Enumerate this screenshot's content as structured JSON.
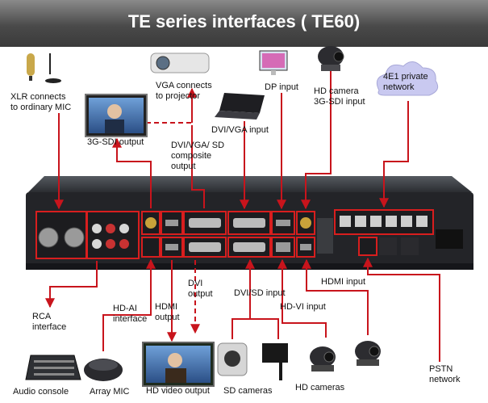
{
  "title": "TE series interfaces ( TE60)",
  "labels": {
    "xlr": [
      "XLR connects",
      "to ordinary MIC"
    ],
    "vga": [
      "VGA connects",
      "to projector"
    ],
    "dp": "DP input",
    "hd_camera_sdi": [
      "HD camera",
      "3G-SDI input"
    ],
    "e1": [
      "4E1 private",
      "network"
    ],
    "dvi_vga_input": "DVI/VGA input",
    "sdi_output": "3G-SDI output",
    "dvi_vga_sd": [
      "DVI/VGA/ SD",
      "composite",
      "output"
    ],
    "dvi_output": [
      "DVI",
      "output"
    ],
    "dvi_sd_input": "DVI/SD input",
    "hdmi_input": "HDMI input",
    "hd_vi_input": "HD-VI input",
    "rca": [
      "RCA",
      "interface"
    ],
    "hd_ai": [
      "HD-AI",
      "interface"
    ],
    "hdmi_output": [
      "HDMI",
      "output"
    ],
    "pstn": [
      "PSTN",
      "network"
    ],
    "audio_console": "Audio console",
    "array_mic": "Array MIC",
    "hd_video_output": "HD video output",
    "sd_cameras": "SD cameras",
    "hd_cameras": "HD cameras"
  },
  "colors": {
    "header": "#4a4a4a",
    "arrow": "#c8141c",
    "device": "#2b2d31",
    "panel_highlight": "#d81e1e"
  },
  "icons": [
    "microphone-icon",
    "projector-icon",
    "monitor-icon",
    "laptop-icon",
    "ptz-camera-icon",
    "cloud-icon",
    "tv-screen-icon",
    "audio-console-icon",
    "array-mic-icon",
    "sd-camera-icon",
    "hd-camera-icon",
    "codec-device"
  ]
}
